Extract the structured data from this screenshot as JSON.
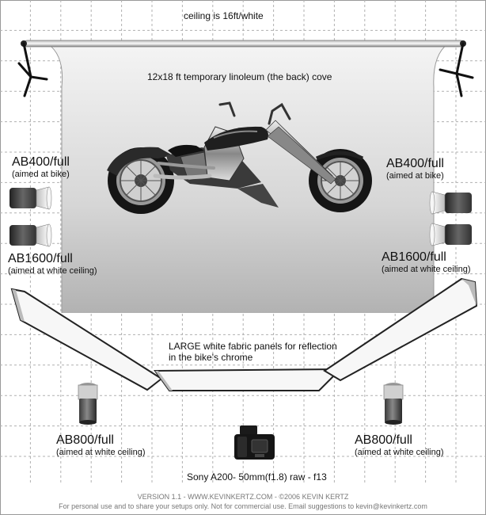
{
  "labels": {
    "ceiling": "ceiling is 16ft/white",
    "backdrop": "12x18 ft temporary linoleum (the back) cove",
    "left_top_title": "AB400/full",
    "left_top_sub": "(aimed at bike)",
    "right_top_title": "AB400/full",
    "right_top_sub": "(aimed at bike)",
    "left_mid_title": "AB1600/full",
    "left_mid_sub": "(aimed at white ceiling)",
    "right_mid_title": "AB1600/full",
    "right_mid_sub": "(aimed at white ceiling)",
    "panels_line1": "LARGE white fabric panels for reflection",
    "panels_line2": "in the bike's chrome",
    "left_bottom_title": "AB800/full",
    "left_bottom_sub": "(aimed at white ceiling)",
    "right_bottom_title": "AB800/full",
    "right_bottom_sub": "(aimed at white ceiling)",
    "camera": "Sony A200- 50mm(f1.8) raw - f13"
  },
  "footer": {
    "line1": "VERSION 1.1   -   WWW.KEVINKERTZ.COM   -   ©2006 KEVIN KERTZ",
    "line2": "For personal use and to share your setups only. Not for commercial use.  Email suggestions to kevin@kevinkertz.com"
  },
  "colors": {
    "grid": "#b0b0b0",
    "backdrop_light": "#f2f2f2",
    "backdrop_dark": "#b4b4b4",
    "equipment": "#333333"
  }
}
